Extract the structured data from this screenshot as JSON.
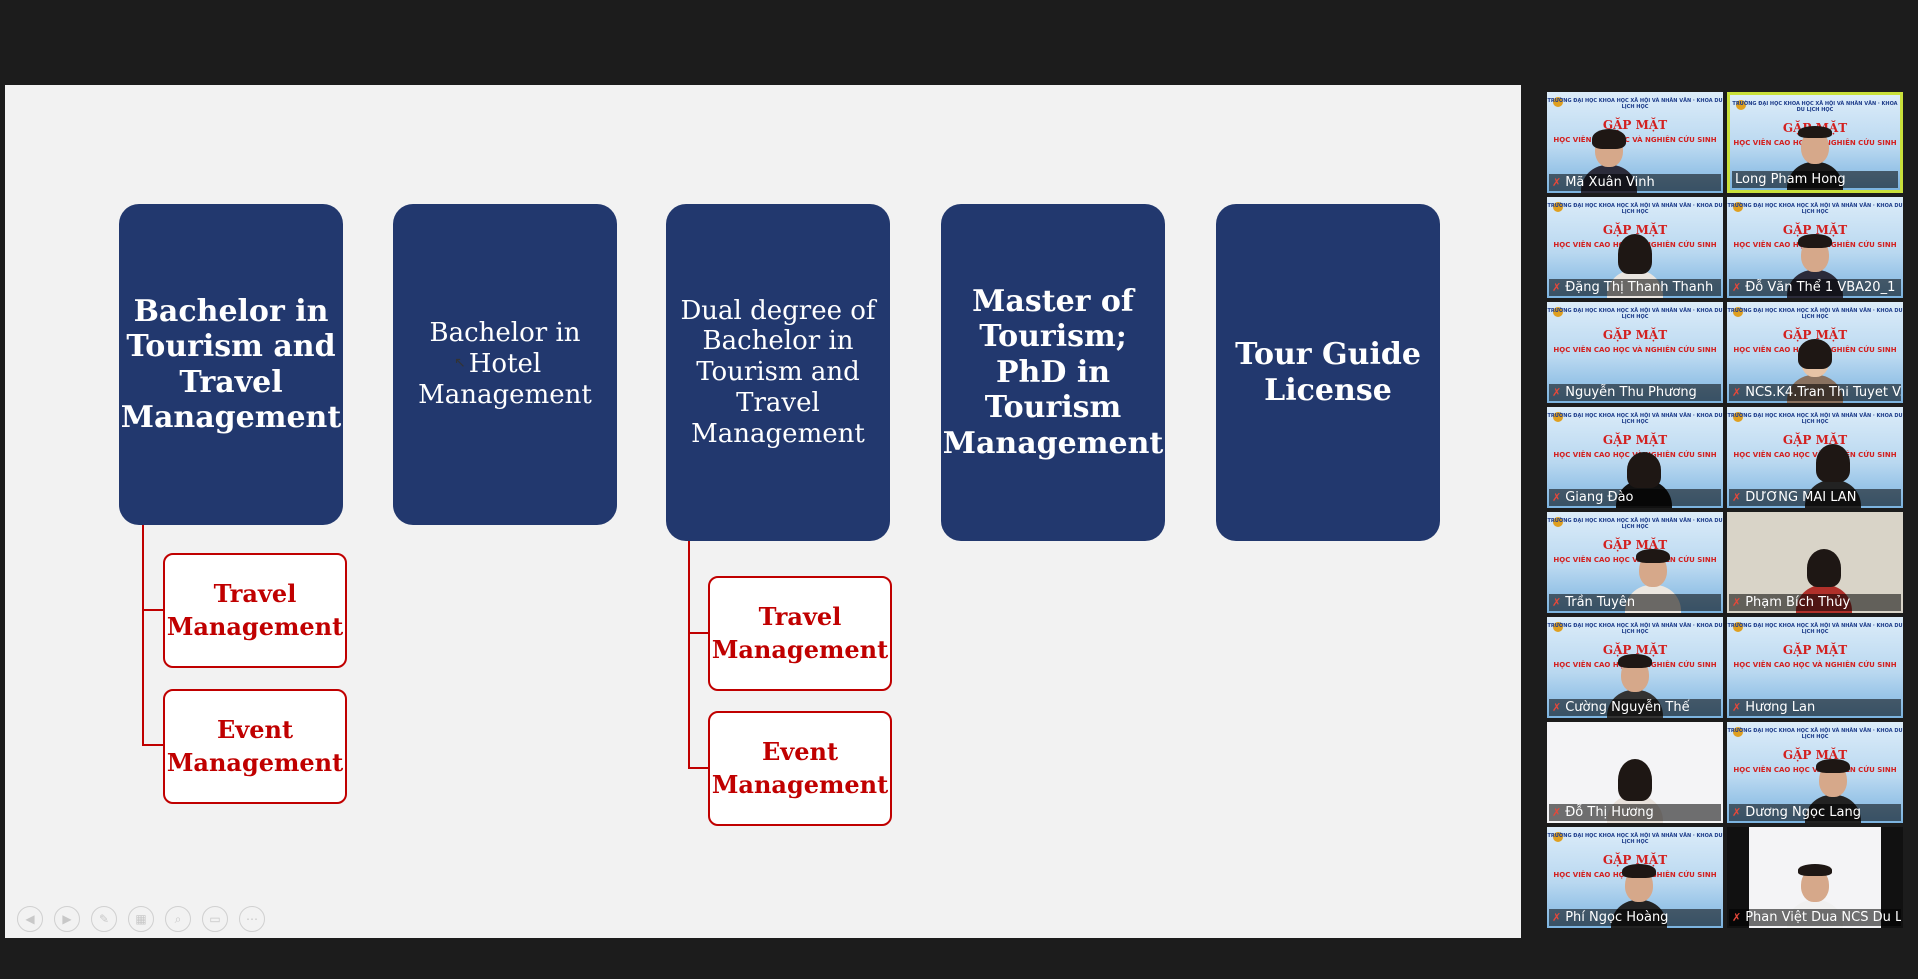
{
  "slide": {
    "main_boxes": [
      "Bachelor in Tourism and Travel Management",
      "Bachelor in Hotel Management",
      "Dual degree of Bachelor in Tourism and Travel Management",
      "Master of Tourism; PhD in Tourism Management",
      "Tour Guide License"
    ],
    "sub_boxes": {
      "travel_management": "Travel Management",
      "event_management": "Event Management"
    },
    "colors": {
      "box_fill": "#22386e",
      "sub_accent": "#c00000",
      "slide_bg": "#f2f2f2"
    }
  },
  "toolbar_icons": [
    "previous-icon",
    "next-icon",
    "pen-icon",
    "slides-icon",
    "zoom-icon",
    "subtitles-icon",
    "more-icon"
  ],
  "participants": [
    {
      "name": "Mã Xuân Vinh",
      "muted": true
    },
    {
      "name": "Long Pham Hong",
      "muted": false,
      "active": true
    },
    {
      "name": "Đặng Thị Thanh Thanh",
      "muted": true
    },
    {
      "name": "Đỗ Văn Thể 1 VBA20_1",
      "muted": true
    },
    {
      "name": "Nguyễn Thu Phương",
      "muted": true
    },
    {
      "name": "NCS.K4.Tran Thi Tuyet V...",
      "muted": true
    },
    {
      "name": "Giang Đào",
      "muted": true
    },
    {
      "name": "DƯƠNG MAI LAN",
      "muted": true
    },
    {
      "name": "Trần Tuyên",
      "muted": true
    },
    {
      "name": "Phạm Bích Thủy",
      "muted": true
    },
    {
      "name": "Cường Nguyễn Thế",
      "muted": true
    },
    {
      "name": "Hương Lan",
      "muted": true
    },
    {
      "name": "Đỗ Thị Hương",
      "muted": true
    },
    {
      "name": "Dương Ngọc Lang",
      "muted": true
    },
    {
      "name": "Phí Ngọc Hoàng",
      "muted": true
    },
    {
      "name": "Phan Việt Dua NCS Du L...",
      "muted": true
    }
  ],
  "banner": {
    "top": "TRƯỜNG ĐẠI HỌC KHOA HỌC XÃ HỘI VÀ NHÂN VĂN · KHOA DU LỊCH HỌC",
    "title": "GẶP MẶT",
    "sub": "HỌC VIÊN CAO HỌC VÀ NGHIÊN CỨU SINH"
  }
}
